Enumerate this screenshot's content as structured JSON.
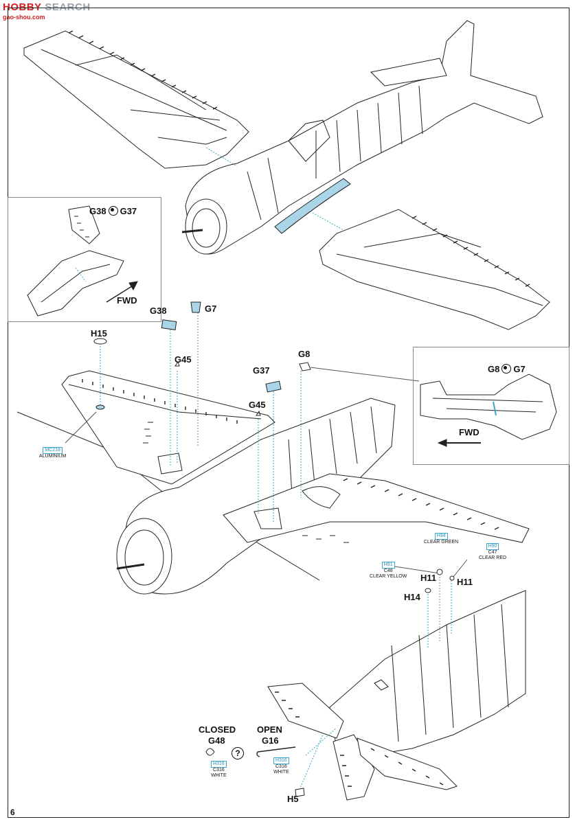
{
  "watermark": {
    "brand_a": "HOBBY",
    "brand_b": " SEARCH",
    "url": "gao-shou.com"
  },
  "page_number": "6",
  "inset_top": {
    "part_a": "G38",
    "part_b": "G37",
    "fwd": "FWD"
  },
  "inset_right": {
    "part_a": "G8",
    "part_b": "G7",
    "fwd": "FWD"
  },
  "parts": {
    "h15": "H15",
    "g38": "G38",
    "g7": "G7",
    "g45a": "G45",
    "g37": "G37",
    "g45b": "G45",
    "g8": "G8",
    "h11a": "H11",
    "h11b": "H11",
    "h14": "H14",
    "h5": "H5",
    "g48": "G48",
    "g16": "G16"
  },
  "options": {
    "closed": "CLOSED",
    "open": "OPEN",
    "help": "?"
  },
  "paints": {
    "mc218": {
      "code": "MC218",
      "name": "ALUMINIUM"
    },
    "h94": {
      "code": "H94",
      "name": "CLEAR GREEN"
    },
    "h90": {
      "code": "H90",
      "c": "C47",
      "name": "CLEAR RED"
    },
    "h91": {
      "code": "H91",
      "c": "C48",
      "name": "CLEAR YELLOW"
    },
    "h316a": {
      "code": "H316",
      "c": "C316",
      "name": "WHITE"
    },
    "h316b": {
      "code": "H316",
      "c": "C316",
      "name": "WHITE"
    }
  },
  "colors": {
    "accent": "#3aa7c9",
    "canopy_fill": "#aad4e8",
    "line": "#222222"
  }
}
